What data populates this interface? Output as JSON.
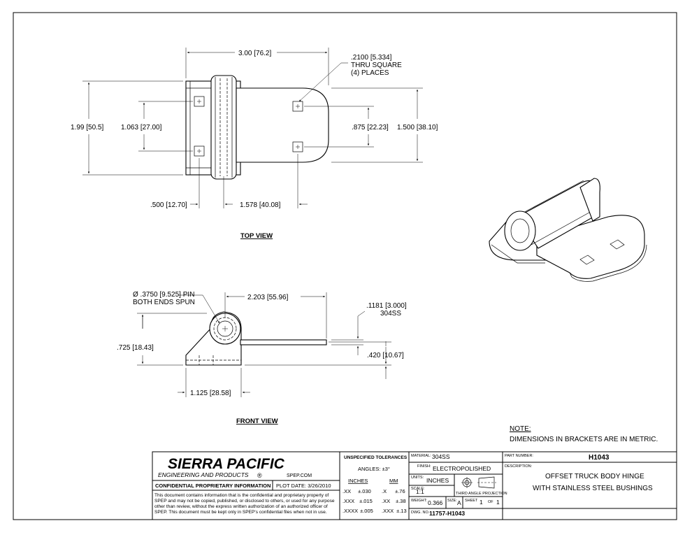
{
  "top_view": {
    "title": "TOP VIEW",
    "dim_overall_length": "3.00",
    "dim_overall_length_metric": "[76.2]",
    "dim_overall_width": "1.99",
    "dim_overall_width_metric": "[50.5]",
    "dim_hole_spacing_left": "1.063",
    "dim_hole_spacing_left_metric": "[27.00]",
    "dim_hole_spacing_right": ".875",
    "dim_hole_spacing_right_metric": "[22.23]",
    "dim_leaf_width": "1.500",
    "dim_leaf_width_metric": "[38.10]",
    "dim_hole_offset": ".500",
    "dim_hole_offset_metric": "[12.70]",
    "dim_hole_to_hole": "1.578",
    "dim_hole_to_hole_metric": "[40.08]",
    "hole_callout_size": ".2100",
    "hole_callout_size_metric": "[5.334]",
    "hole_callout_line2": "THRU SQUARE",
    "hole_callout_line3": "(4) PLACES"
  },
  "front_view": {
    "title": "FRONT VIEW",
    "pin_callout_line1": "Ø .3750",
    "pin_callout_line1_metric": "[9.525]",
    "pin_callout_line1_suffix": "PIN",
    "pin_callout_line2": "BOTH ENDS SPUN",
    "dim_leaf_length": "2.203",
    "dim_leaf_length_metric": "[55.96]",
    "dim_thickness": ".1181",
    "dim_thickness_metric": "[3.000]",
    "material_callout": "304SS",
    "dim_height": ".725",
    "dim_height_metric": "[18.43]",
    "dim_offset": ".420",
    "dim_offset_metric": "[10.67]",
    "dim_base_length": "1.125",
    "dim_base_length_metric": "[28.58]"
  },
  "note": {
    "heading": "NOTE:",
    "text": "DIMENSIONS IN BRACKETS ARE IN METRIC."
  },
  "title_block": {
    "company": "SIERRA PACIFIC",
    "company_sub": "ENGINEERING AND PRODUCTS",
    "registered": "®",
    "website": "SPEP.COM",
    "confidential_heading": "CONFIDENTIAL PROPRIETARY INFORMATION",
    "plot_date_label": "PLOT DATE:",
    "plot_date": "3/26/2010",
    "confidential_lines": [
      "This document contains information that is the confidential and proprietary property of",
      "SPEP and may not be copied, published, or disclosed to others, or used for any purpose",
      "other than review, without the express written authorization of an authorized officer of",
      "SPEP. This document must be kept only in SPEP's confidential files when not in use."
    ],
    "tolerances_heading": "UNSPECIFIED TOLERANCES",
    "angles": "ANGLES: ±3°",
    "inches_heading": "INCHES",
    "mm_heading": "MM",
    "tol_inches": [
      {
        "fmt": ".XX",
        "val": "±.030"
      },
      {
        "fmt": ".XXX",
        "val": "±.015"
      },
      {
        "fmt": ".XXXX",
        "val": "±.005"
      }
    ],
    "tol_mm": [
      {
        "fmt": ".X",
        "val": "±.76"
      },
      {
        "fmt": ".XX",
        "val": "±.38"
      },
      {
        "fmt": ".XXX",
        "val": "±.13"
      }
    ],
    "material_label": "MATERIAL:",
    "material": "304SS",
    "finish_label": "FINISH:",
    "finish": "ELECTROPOLISHED",
    "units_label": "UNITS:",
    "units": "INCHES",
    "scale_label": "SCALE:",
    "scale": "1:1",
    "projection_label": "THIRD ANGLE PROJECTION",
    "weight_label": "WEIGHT:",
    "weight": "0.366",
    "size_label": "SIZE:",
    "size": "A",
    "sheet_label": "SHEET",
    "sheet": "1",
    "of_label": "OF",
    "sheet_total": "1",
    "dwg_label": "DWG. NO.",
    "dwg_no": "11757-H1043",
    "part_number_label": "PART NUMBER:",
    "part_number": "H1043",
    "description_label": "DESCRIPTION:",
    "description_line1": "OFFSET TRUCK BODY HINGE",
    "description_line2": "WITH STAINLESS STEEL BUSHINGS"
  }
}
